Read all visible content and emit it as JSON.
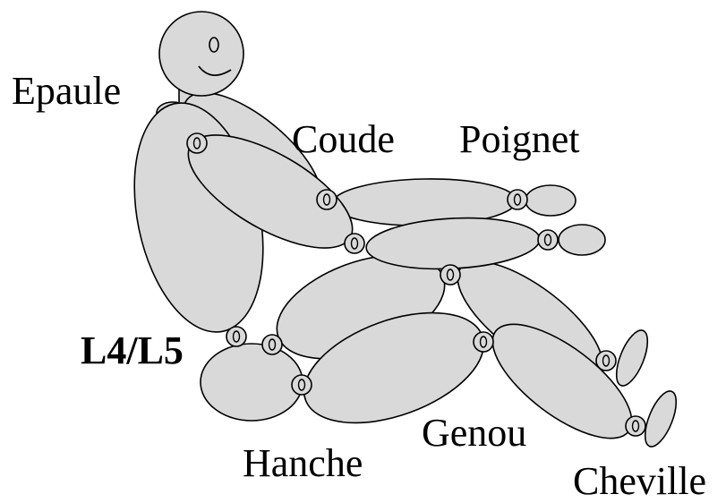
{
  "labels": {
    "epaule": "Epaule",
    "coude": "Coude",
    "poignet": "Poignet",
    "l4l5": "L4/L5",
    "hanche": "Hanche",
    "genou": "Genou",
    "cheville": "Cheville"
  }
}
